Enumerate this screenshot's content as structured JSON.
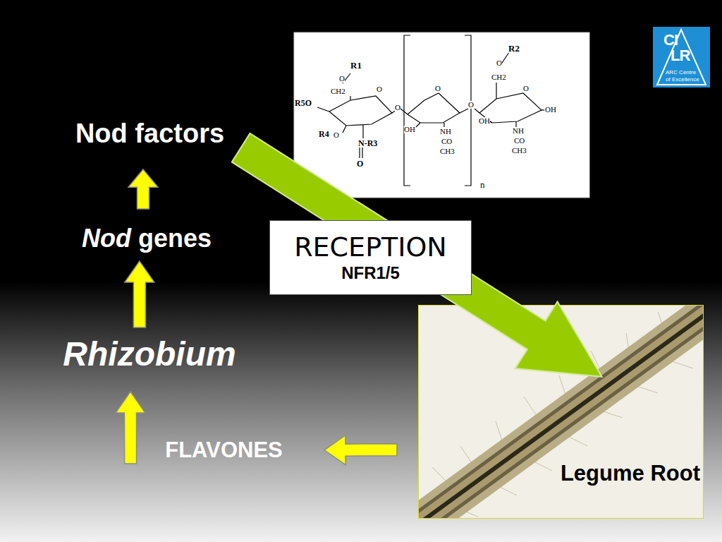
{
  "diagram": {
    "nodes": [
      {
        "text": [
          "Nod factors"
        ]
      },
      {
        "text": [
          "Nod genes"
        ]
      },
      {
        "text": [
          "Rhizobium"
        ]
      },
      {
        "text": [
          "FLAVONES"
        ]
      },
      {
        "text": [
          "RECEPTION",
          "NFR1/5"
        ]
      },
      {
        "text": [
          "Legume Root"
        ]
      }
    ],
    "edges": [
      {
        "from": 3,
        "to": 2,
        "arrow": "to"
      },
      {
        "from": 2,
        "to": 1,
        "arrow": "to"
      },
      {
        "from": 1,
        "to": 0,
        "arrow": "to"
      },
      {
        "from": 0,
        "to": 5,
        "arrow": "to"
      },
      {
        "from": 5,
        "to": 3,
        "arrow": "to"
      }
    ],
    "labels": [
      "R1",
      "O",
      "CH2",
      "R5O",
      "O",
      "O",
      "R4",
      "O",
      "N-R3",
      "O",
      "O",
      "OH",
      "NH",
      "CO",
      "CH3",
      "O",
      "R2",
      "O",
      "CH2",
      "O",
      "OH",
      "OH",
      "NH",
      "CO",
      "CH3",
      "n",
      "CI",
      "LR",
      "ARC Centre",
      "of Excellence"
    ]
  }
}
